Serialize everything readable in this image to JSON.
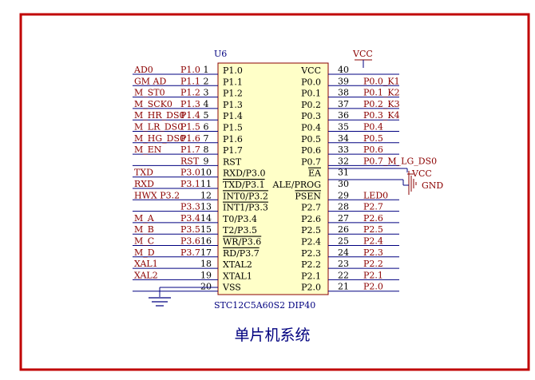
{
  "chip": {
    "designator": "U6",
    "part": "STC12C5A60S2 DIP40"
  },
  "title": "单片机系统",
  "colors": {
    "frame": "#c00000",
    "wire": "#000080",
    "chip_fill": "#ffffc8",
    "chip_stroke": "#8b0000",
    "net_label": "#8b0000",
    "power": "#8b0000"
  },
  "power": {
    "vcc_top": "VCC",
    "vcc_right": "VCC",
    "gnd_right": "GND"
  },
  "left_pins": [
    {
      "num": "1",
      "name": "P1.0",
      "port": "P1.0",
      "net": "AD0"
    },
    {
      "num": "2",
      "name": "P1.1",
      "port": "P1.1",
      "net": "GM AD"
    },
    {
      "num": "3",
      "name": "P1.2",
      "port": "P1.2",
      "net": "M_ST0"
    },
    {
      "num": "4",
      "name": "P1.3",
      "port": "P1.3",
      "net": "M_SCK0"
    },
    {
      "num": "5",
      "name": "P1.4",
      "port": "P1.4",
      "net": "M_HR_DS0"
    },
    {
      "num": "6",
      "name": "P1.5",
      "port": "P1.5",
      "net": "M_LR_DS0"
    },
    {
      "num": "7",
      "name": "P1.6",
      "port": "P1.6",
      "net": "M_HG_DS0"
    },
    {
      "num": "8",
      "name": "P1.7",
      "port": "P1.7",
      "net": "M_EN"
    },
    {
      "num": "9",
      "name": "RST",
      "port": "RST",
      "net": ""
    },
    {
      "num": "10",
      "name": "RXD/P3.0",
      "port": "P3.0",
      "net": "TXD"
    },
    {
      "num": "11",
      "name": "TXD/P3.1",
      "port": "P3.1",
      "net": "RXD"
    },
    {
      "num": "12",
      "name": "INT0/P3.2",
      "port": "",
      "net": "HWX P3.2"
    },
    {
      "num": "13",
      "name": "INT1/P3.3",
      "port": "P3.3",
      "net": ""
    },
    {
      "num": "14",
      "name": "T0/P3.4",
      "port": "P3.4",
      "net": "M_A"
    },
    {
      "num": "15",
      "name": "T2/P3.5",
      "port": "P3.5",
      "net": "M_B"
    },
    {
      "num": "16",
      "name": "WR/P3.6",
      "port": "P3.6",
      "net": "M_C"
    },
    {
      "num": "17",
      "name": "RD/P3.7",
      "port": "P3.7",
      "net": "M_D"
    },
    {
      "num": "18",
      "name": "XTAL2",
      "port": "",
      "net": "XAL1"
    },
    {
      "num": "19",
      "name": "XTAL1",
      "port": "",
      "net": "XAL2"
    },
    {
      "num": "20",
      "name": "VSS",
      "port": "",
      "net": ""
    }
  ],
  "right_pins": [
    {
      "num": "40",
      "name": "VCC",
      "net": ""
    },
    {
      "num": "39",
      "name": "P0.0",
      "net": "P0.0_K1"
    },
    {
      "num": "38",
      "name": "P0.1",
      "net": "P0.1_K2"
    },
    {
      "num": "37",
      "name": "P0.2",
      "net": "P0.2_K3"
    },
    {
      "num": "36",
      "name": "P0.3",
      "net": "P0.3_K4"
    },
    {
      "num": "35",
      "name": "P0.4",
      "net": "P0.4"
    },
    {
      "num": "34",
      "name": "P0.5",
      "net": "P0.5"
    },
    {
      "num": "33",
      "name": "P0.6",
      "net": "P0.6"
    },
    {
      "num": "32",
      "name": "P0.7",
      "net": "P0.7_M_LG_DS0"
    },
    {
      "num": "31",
      "name": "EA",
      "net": ""
    },
    {
      "num": "30",
      "name": "ALE/PROG",
      "net": ""
    },
    {
      "num": "29",
      "name": "PSEN",
      "net": "LED0"
    },
    {
      "num": "28",
      "name": "P2.7",
      "net": "P2.7"
    },
    {
      "num": "27",
      "name": "P2.6",
      "net": "P2.6"
    },
    {
      "num": "26",
      "name": "P2.5",
      "net": "P2.5"
    },
    {
      "num": "25",
      "name": "P2.4",
      "net": "P2.4"
    },
    {
      "num": "24",
      "name": "P2.3",
      "net": "P2.3"
    },
    {
      "num": "23",
      "name": "P2.2",
      "net": "P2.2"
    },
    {
      "num": "22",
      "name": "P2.1",
      "net": "P2.1"
    },
    {
      "num": "21",
      "name": "P2.0",
      "net": "P2.0"
    }
  ]
}
